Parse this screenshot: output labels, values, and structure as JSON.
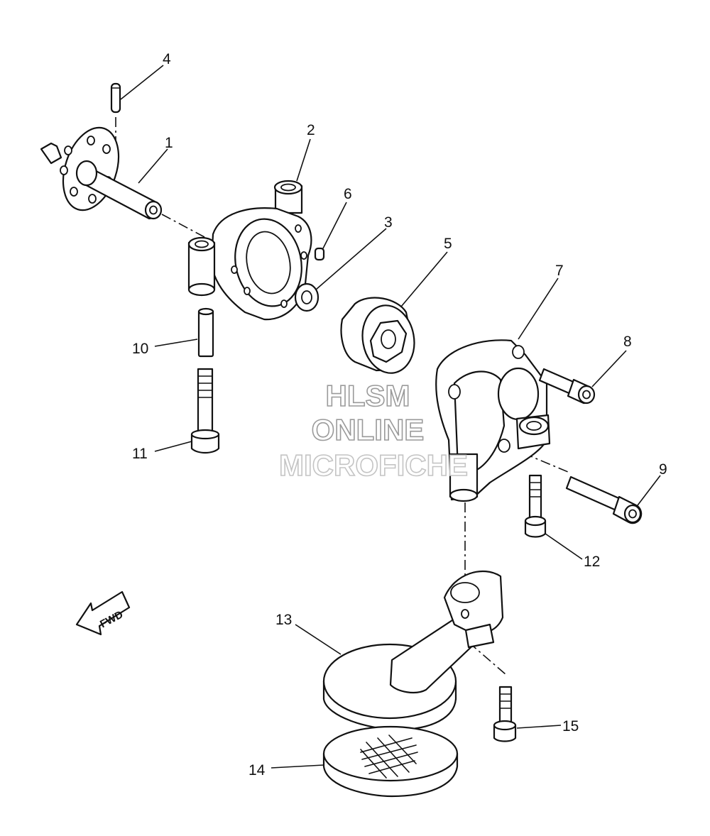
{
  "callouts": [
    {
      "id": "1",
      "label": "1"
    },
    {
      "id": "2",
      "label": "2"
    },
    {
      "id": "3",
      "label": "3"
    },
    {
      "id": "4",
      "label": "4"
    },
    {
      "id": "5",
      "label": "5"
    },
    {
      "id": "6",
      "label": "6"
    },
    {
      "id": "7",
      "label": "7"
    },
    {
      "id": "8",
      "label": "8"
    },
    {
      "id": "9",
      "label": "9"
    },
    {
      "id": "10",
      "label": "10"
    },
    {
      "id": "11",
      "label": "11"
    },
    {
      "id": "12",
      "label": "12"
    },
    {
      "id": "13",
      "label": "13"
    },
    {
      "id": "14",
      "label": "14"
    },
    {
      "id": "15",
      "label": "15"
    }
  ],
  "watermark": {
    "line1": "HLSM",
    "line2": "ONLINE",
    "line3": "MICROFICHE"
  },
  "direction_arrow": {
    "label": "FWD",
    "icon": "fwd-arrow-icon"
  },
  "colors": {
    "line": "#111111",
    "background": "#ffffff",
    "watermark": "#9a9a9a"
  }
}
